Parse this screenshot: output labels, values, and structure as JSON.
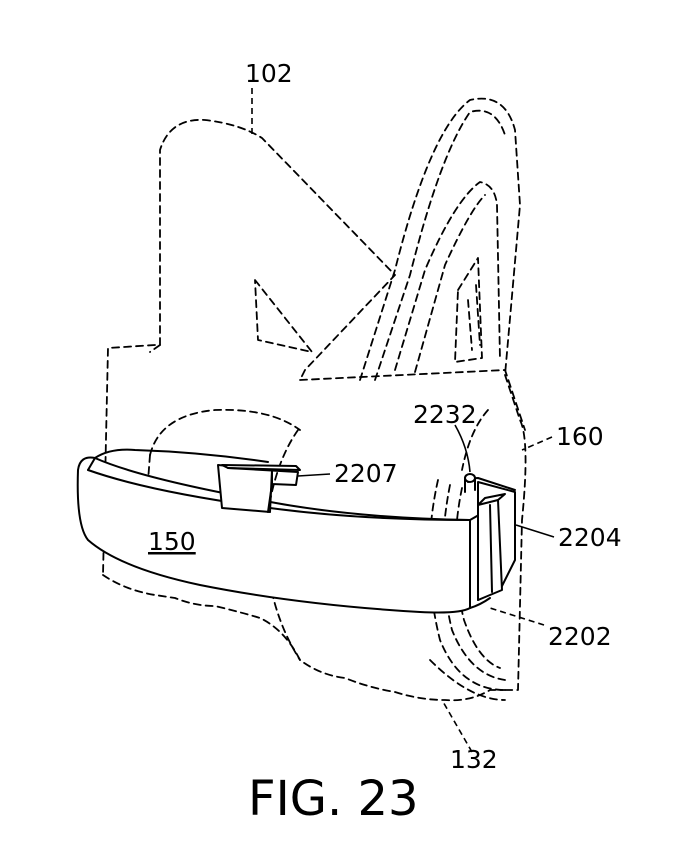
{
  "figure": {
    "caption": "FIG. 23",
    "labels": {
      "mask_frame": "102",
      "headband": "150",
      "slot_loop": "2207",
      "pin": "2232",
      "side_mount": "160",
      "buckle": "2204",
      "clip": "2202",
      "face_cushion": "132"
    }
  }
}
